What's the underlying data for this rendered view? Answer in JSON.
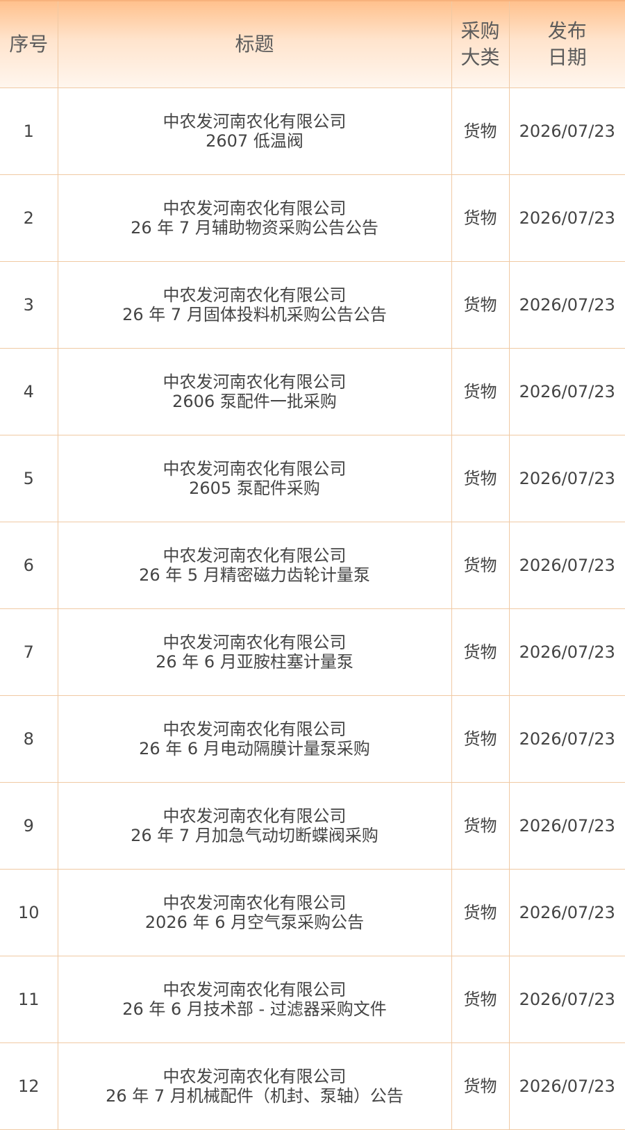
{
  "table": {
    "headers": {
      "index": "序号",
      "title": "标题",
      "category_line1": "采购",
      "category_line2": "大类",
      "date_line1": "发布",
      "date_line2": "日期"
    },
    "rows": [
      {
        "index": "1",
        "title_line1": "中农发河南农化有限公司",
        "title_line2": "2607 低温阀",
        "category": "货物",
        "date": "2026/07/23"
      },
      {
        "index": "2",
        "title_line1": "中农发河南农化有限公司",
        "title_line2": "26 年 7 月辅助物资采购公告公告",
        "category": "货物",
        "date": "2026/07/23"
      },
      {
        "index": "3",
        "title_line1": "中农发河南农化有限公司",
        "title_line2": "26 年 7 月固体投料机采购公告公告",
        "category": "货物",
        "date": "2026/07/23"
      },
      {
        "index": "4",
        "title_line1": "中农发河南农化有限公司",
        "title_line2": "2606 泵配件一批采购",
        "category": "货物",
        "date": "2026/07/23"
      },
      {
        "index": "5",
        "title_line1": "中农发河南农化有限公司",
        "title_line2": "2605 泵配件采购",
        "category": "货物",
        "date": "2026/07/23"
      },
      {
        "index": "6",
        "title_line1": "中农发河南农化有限公司",
        "title_line2": "26 年 5 月精密磁力齿轮计量泵",
        "category": "货物",
        "date": "2026/07/23"
      },
      {
        "index": "7",
        "title_line1": "中农发河南农化有限公司",
        "title_line2": "26 年 6 月亚胺柱塞计量泵",
        "category": "货物",
        "date": "2026/07/23"
      },
      {
        "index": "8",
        "title_line1": "中农发河南农化有限公司",
        "title_line2": "26 年 6 月电动隔膜计量泵采购",
        "category": "货物",
        "date": "2026/07/23"
      },
      {
        "index": "9",
        "title_line1": "中农发河南农化有限公司",
        "title_line2": "26 年 7 月加急气动切断蝶阀采购",
        "category": "货物",
        "date": "2026/07/23"
      },
      {
        "index": "10",
        "title_line1": "中农发河南农化有限公司",
        "title_line2": "2026 年 6 月空气泵采购公告",
        "category": "货物",
        "date": "2026/07/23"
      },
      {
        "index": "11",
        "title_line1": "中农发河南农化有限公司",
        "title_line2": "26 年 6 月技术部 - 过滤器采购文件",
        "category": "货物",
        "date": "2026/07/23"
      },
      {
        "index": "12",
        "title_line1": "中农发河南农化有限公司",
        "title_line2": "26 年 7 月机械配件（机封、泵轴）公告",
        "category": "货物",
        "date": "2026/07/23"
      }
    ]
  }
}
